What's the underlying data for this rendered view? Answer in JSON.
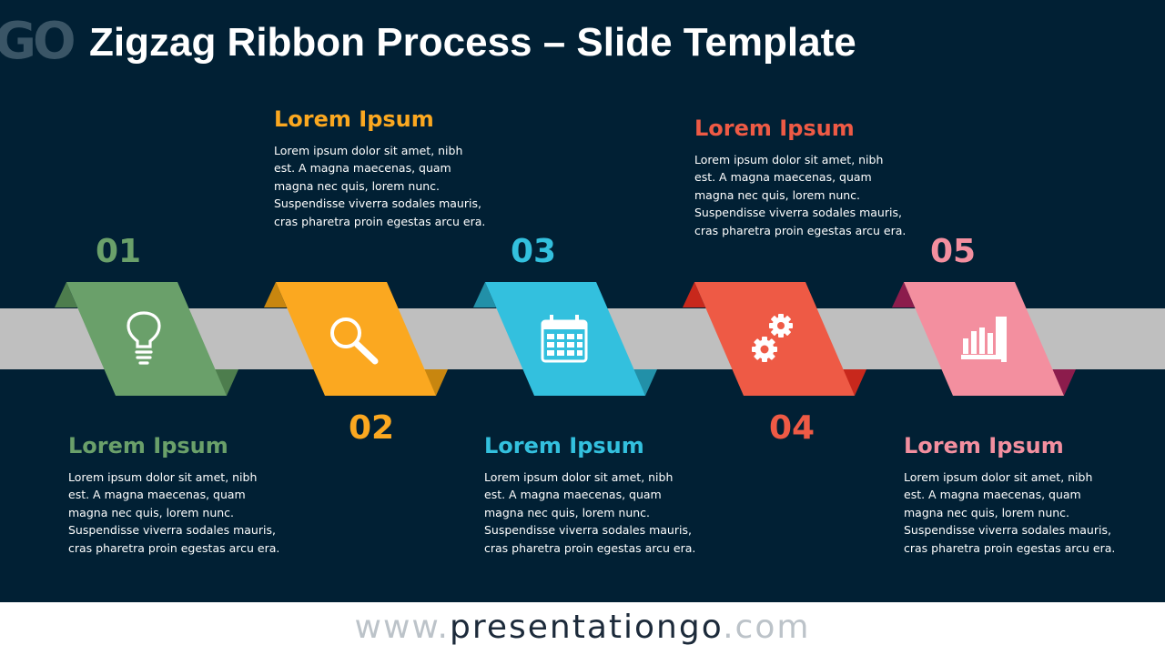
{
  "title": "Zigzag Ribbon Process – Slide Template",
  "logo_fragment": "GO",
  "colors": {
    "background": "#012034",
    "band": "#bfbfbf",
    "green": "#6aa06a",
    "orange": "#fba820",
    "cyan": "#33c0de",
    "red": "#ee5a45",
    "pink": "#f38f9f"
  },
  "steps": [
    {
      "number": "01",
      "heading": "Lorem Ipsum",
      "text": "Lorem ipsum dolor sit amet, nibh\nest. A magna maecenas, quam\nmagna nec quis, lorem nunc.\nSuspendisse viverra sodales mauris,\ncras pharetra proin egestas arcu era.",
      "color": "#6aa06a",
      "fold_color": "#4d7d4d",
      "icon": "lightbulb-icon"
    },
    {
      "number": "02",
      "heading": "Lorem Ipsum",
      "text": "Lorem ipsum dolor sit amet, nibh\nest. A magna maecenas, quam\nmagna nec quis, lorem nunc.\nSuspendisse viverra sodales mauris,\ncras pharetra proin egestas arcu era.",
      "color": "#fba820",
      "fold_color": "#c8860f",
      "icon": "magnifier-icon"
    },
    {
      "number": "03",
      "heading": "Lorem Ipsum",
      "text": "Lorem ipsum dolor sit amet, nibh\nest. A magna maecenas, quam\nmagna nec quis, lorem nunc.\nSuspendisse viverra sodales mauris,\ncras pharetra proin egestas arcu era.",
      "color": "#33c0de",
      "fold_color": "#2290a8",
      "icon": "calendar-icon"
    },
    {
      "number": "04",
      "heading": "Lorem Ipsum",
      "text": "Lorem ipsum dolor sit amet, nibh\nest. A magna maecenas, quam\nmagna nec quis, lorem nunc.\nSuspendisse viverra sodales mauris,\ncras pharetra proin egestas arcu era.",
      "color": "#ee5a45",
      "fold_color": "#c8281c",
      "icon": "gears-icon"
    },
    {
      "number": "05",
      "heading": "Lorem Ipsum",
      "text": "Lorem ipsum dolor sit amet, nibh\nest. A magna maecenas, quam\nmagna nec quis, lorem nunc.\nSuspendisse viverra sodales mauris,\ncras pharetra proin egestas arcu era.",
      "color": "#f38f9f",
      "fold_color": "#8c1c4c",
      "icon": "bar-chart-icon"
    }
  ],
  "footer": {
    "prefix": "www.",
    "brand": "presentationgo",
    "suffix": ".com"
  }
}
